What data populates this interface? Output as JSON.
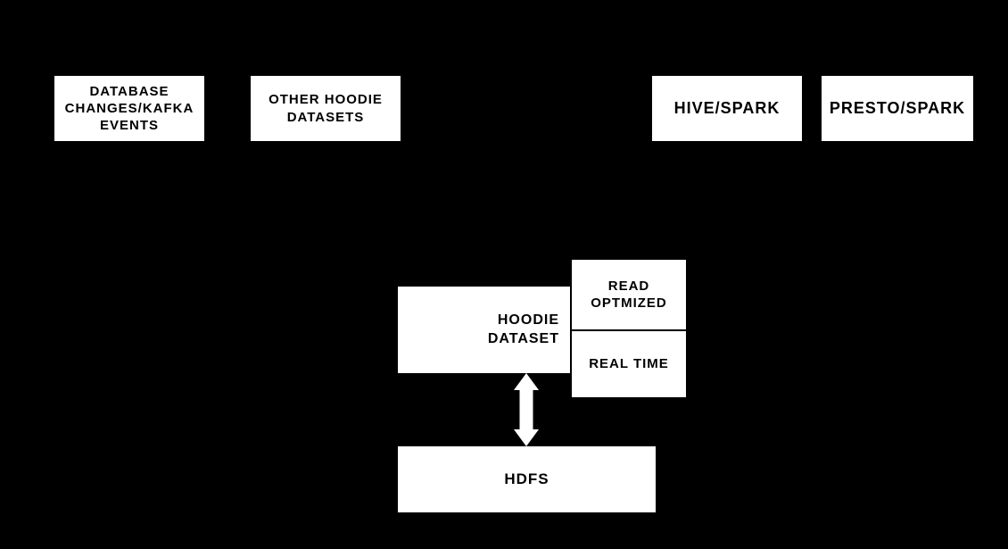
{
  "colors": {
    "background": "#000000",
    "node_fill": "#ffffff",
    "node_text": "#000000",
    "arrow": "#ffffff"
  },
  "nodes": {
    "database_changes": {
      "label": "DATABASE\nCHANGES/KAFKA\nEVENTS"
    },
    "other_hoodie_datasets": {
      "label": "OTHER HOODIE\nDATASETS"
    },
    "hive_spark": {
      "label": "HIVE/SPARK"
    },
    "presto_spark": {
      "label": "PRESTO/SPARK"
    },
    "hoodie_dataset": {
      "label": "HOODIE\nDATASET"
    },
    "read_optimized": {
      "label": "READ\nOPTMIZED"
    },
    "real_time": {
      "label": "REAL TIME"
    },
    "hdfs": {
      "label": "HDFS"
    }
  },
  "icons": {
    "sync_arrow": "double-headed-vertical-arrow"
  }
}
